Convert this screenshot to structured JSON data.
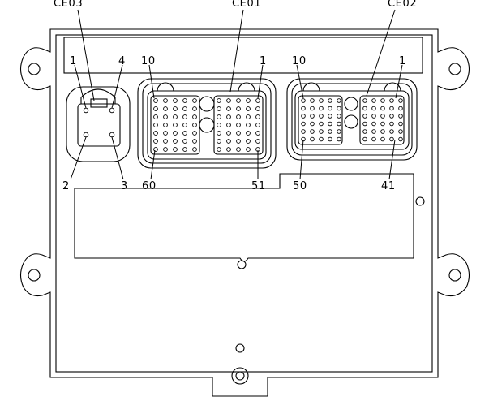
{
  "connectors": {
    "ce03": {
      "name": "CE03",
      "pins": [
        "1",
        "4",
        "2",
        "3"
      ]
    },
    "ce01": {
      "name": "CE01",
      "pins": [
        "10",
        "1",
        "60",
        "51"
      ]
    },
    "ce02": {
      "name": "CE02",
      "pins": [
        "10",
        "1",
        "50",
        "41"
      ]
    }
  }
}
